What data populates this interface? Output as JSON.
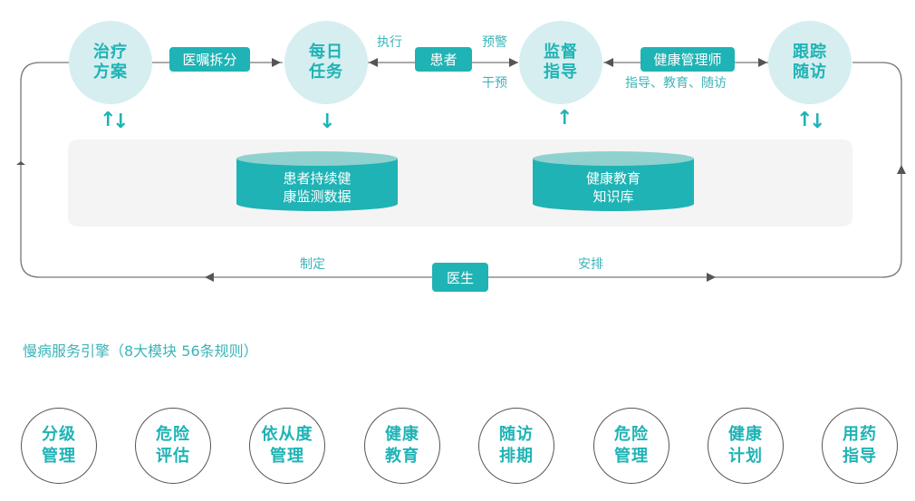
{
  "flow": {
    "nodes": [
      {
        "id": "treatment-plan",
        "line1": "治疗",
        "line2": "方案"
      },
      {
        "id": "daily-tasks",
        "line1": "每日",
        "line2": "任务"
      },
      {
        "id": "monitor-guide",
        "line1": "监督",
        "line2": "指导"
      },
      {
        "id": "follow-up",
        "line1": "跟踪",
        "line2": "随访"
      }
    ],
    "tags": {
      "order_split": "医嘱拆分",
      "patient": "患者",
      "health_manager": "健康管理师",
      "doctor": "医生"
    },
    "labels": {
      "execute": "执行",
      "warning": "预警",
      "intervene": "干预",
      "manager_duties": "指导、教育、随访",
      "formulate": "制定",
      "arrange": "安排"
    },
    "databases": [
      {
        "line1": "患者持续健",
        "line2": "康监测数据"
      },
      {
        "line1": "健康教育",
        "line2": "知识库"
      }
    ]
  },
  "engine": {
    "title": "慢病服务引擎（8大模块 56条规则）",
    "modules": [
      {
        "line1": "分级",
        "line2": "管理"
      },
      {
        "line1": "危险",
        "line2": "评估"
      },
      {
        "line1": "依从度",
        "line2": "管理"
      },
      {
        "line1": "健康",
        "line2": "教育"
      },
      {
        "line1": "随访",
        "line2": "排期"
      },
      {
        "line1": "危险",
        "line2": "管理"
      },
      {
        "line1": "健康",
        "line2": "计划"
      },
      {
        "line1": "用药",
        "line2": "指导"
      }
    ]
  },
  "colors": {
    "accent": "#1fb3b5",
    "node_fill": "#d6eef0",
    "db_top": "#8fd1cf",
    "panel": "#f4f4f4",
    "line": "#666666"
  }
}
